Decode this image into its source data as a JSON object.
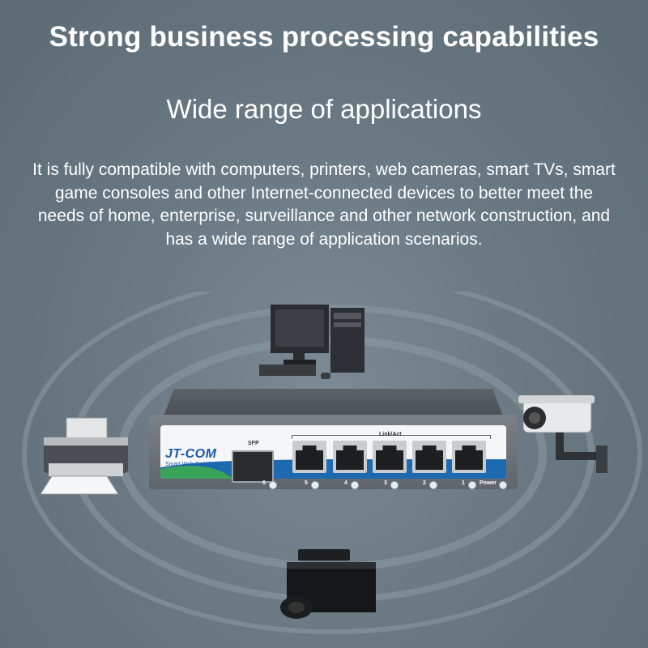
{
  "headline": "Strong business processing capabilities",
  "subtitle": "Wide range of applications",
  "paragraph": "It is fully compatible with computers, printers, web cameras, smart TVs, smart game consoles and other Internet-connected devices to better meet the needs of home, enterprise, surveillance and other network construction, and has a wide range of application scenarios.",
  "switch": {
    "brand": "JT-COM",
    "brand_sub": "Smart Web Switch",
    "sfp_label": "SFP",
    "link_label": "Link/Act",
    "ports": [
      "5",
      "4",
      "3",
      "2",
      "1"
    ],
    "sfp_port": "6",
    "power_label": "Power"
  },
  "devices": [
    "computer-icon",
    "printer-icon",
    "camera-icon",
    "console-icon"
  ],
  "colors": {
    "brand": "#1a5aa8",
    "accent_green": "#3aa35a",
    "background": "#6a7983"
  }
}
